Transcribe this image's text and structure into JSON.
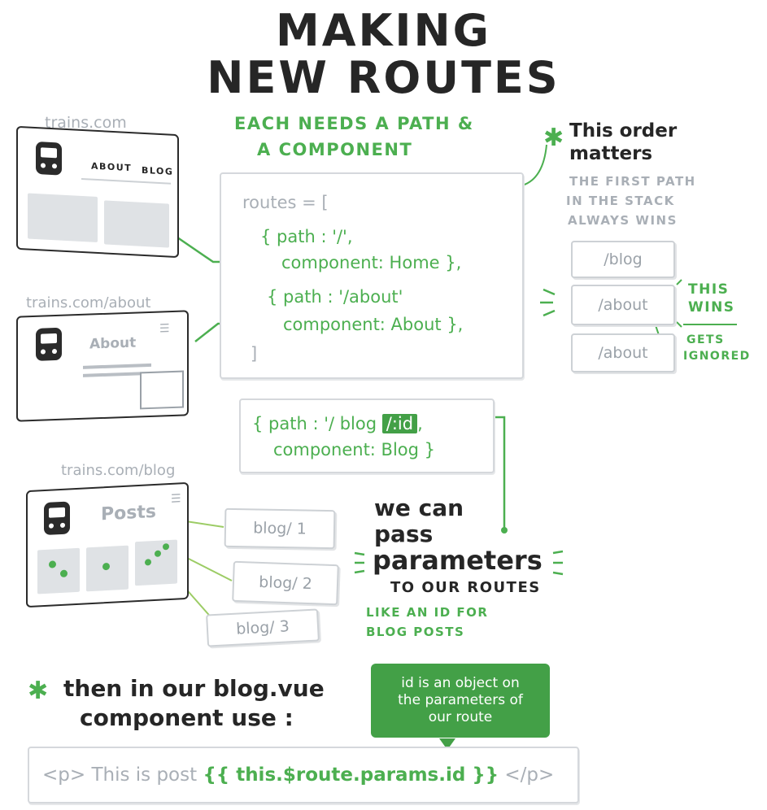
{
  "title": {
    "line1": "MAKING",
    "line2": "NEW ROUTES"
  },
  "subtitle": {
    "line1": "EACH NEEDS A PATH &",
    "line2": "A COMPONENT"
  },
  "pages": {
    "home": {
      "url": "trains.com",
      "nav1": "ABOUT",
      "nav2": "BLOG"
    },
    "about": {
      "url": "trains.com/about",
      "heading": "About"
    },
    "blog": {
      "url": "trains.com/blog",
      "heading": "Posts"
    }
  },
  "routes_code": {
    "line1": "routes = [",
    "line2": "{ path : '/',",
    "line3": "component: Home },",
    "line4": "{ path : '/about'",
    "line5": "component: About },",
    "line6": "]"
  },
  "order_note": {
    "heading1": "This order",
    "heading2": "matters",
    "desc1": "THE FIRST PATH",
    "desc2": "IN THE STACK",
    "desc3": "ALWAYS WINS",
    "stack": [
      "/blog",
      "/about",
      "/about"
    ],
    "wins1": "THIS",
    "wins2": "WINS",
    "ignored1": "GETS",
    "ignored2": "IGNORED"
  },
  "param_code": {
    "prefix": "{ path : '/ blog ",
    "param": "/:id",
    "suffix": ",",
    "line2": "component: Blog }"
  },
  "blog_posts": [
    "blog/ 1",
    "blog/ 2",
    "blog/ 3"
  ],
  "params_note": {
    "line1": "we can",
    "line2": "pass",
    "line3": "parameters",
    "line4": "TO OUR ROUTES",
    "sub1": "LIKE AN ID FOR",
    "sub2": "BLOG POSTS"
  },
  "then_note": {
    "line1": "then in our blog.vue",
    "line2": "component use :"
  },
  "callout": {
    "line1": "id is an object on",
    "line2": "the parameters of",
    "line3": "our route"
  },
  "final_code": {
    "open": "<p> This is post ",
    "expr": "{{ this.$route.params.id }}",
    "close": " </p>"
  },
  "colors": {
    "green": "#4caf50",
    "dark_green": "#43a047",
    "gray": "#a9afb6",
    "ink": "#262626"
  },
  "icons": [
    "train-icon",
    "asterisk-icon",
    "menu-icon"
  ]
}
